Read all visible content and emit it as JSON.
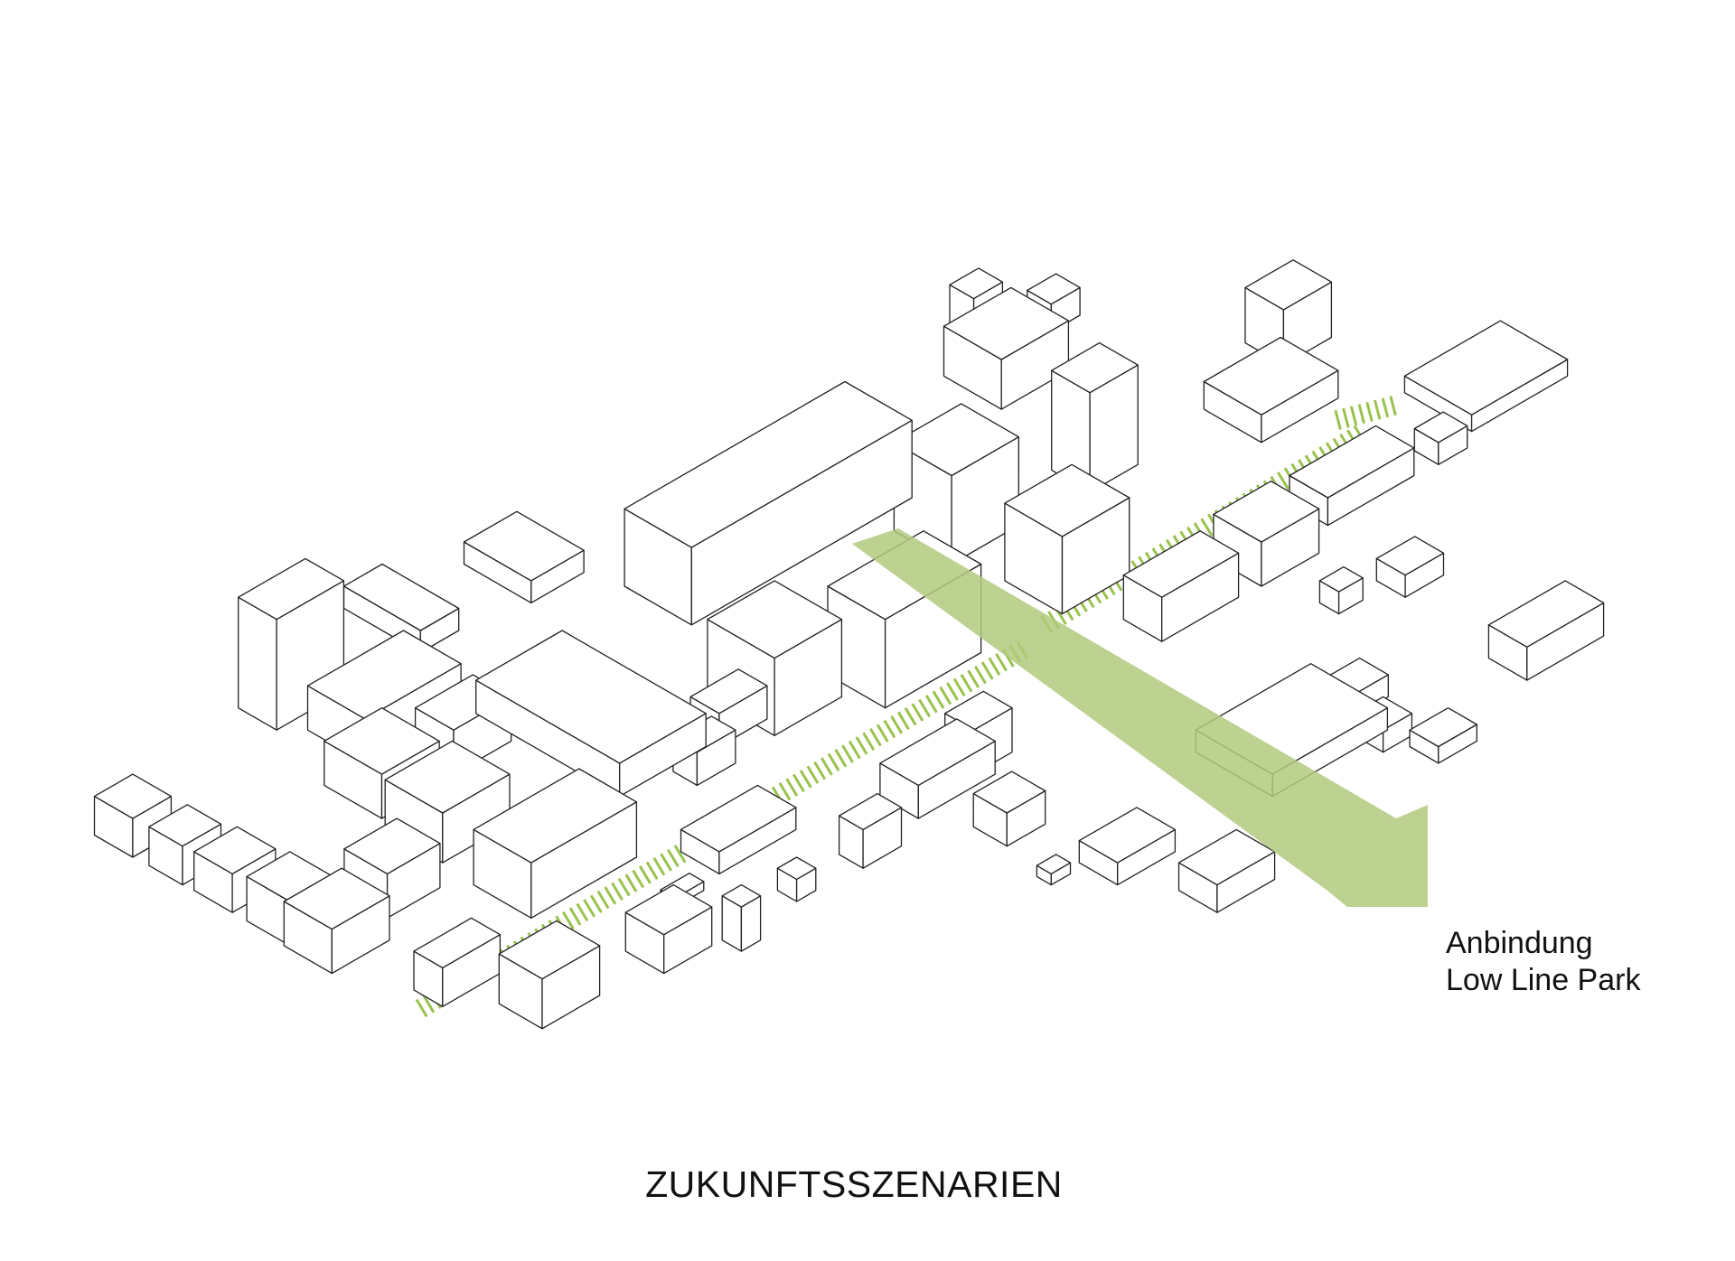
{
  "diagram": {
    "title": "ZUKUNFTSSZENARIEN",
    "arrow_label": {
      "line1": "Anbindung",
      "line2": "Low Line Park"
    },
    "colors": {
      "green_arrow": "#b2c97c",
      "green_hatch": "#9bc24e",
      "building_stroke": "#222222",
      "building_fill": "#ffffff"
    }
  }
}
